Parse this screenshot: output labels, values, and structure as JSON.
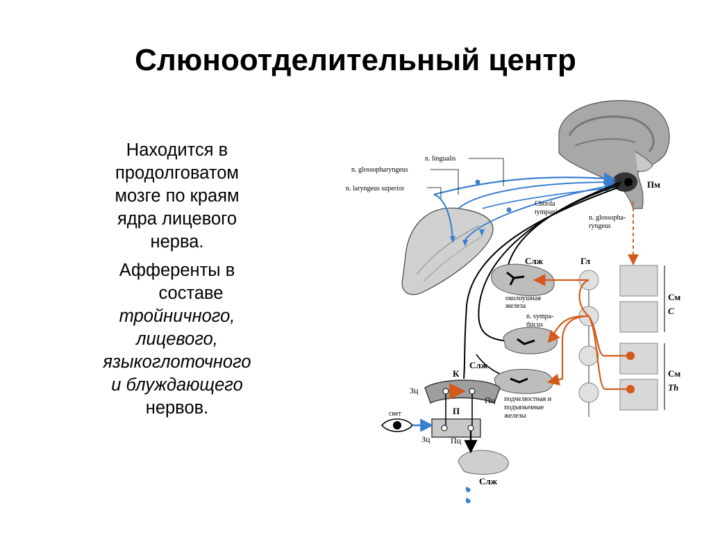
{
  "slide": {
    "title": "Слюноотделительный центр",
    "para1": [
      "Находится в",
      "продолговатом",
      "мозге по краям",
      "ядра лицевого",
      "нерва."
    ],
    "para2_plain_a": [
      "Афференты в",
      "составе"
    ],
    "para2_italic": [
      "тройничного,",
      "лицевого,",
      "языкоглоточного",
      "и блуждающего"
    ],
    "para2_plain_b": "нервов."
  },
  "diagram": {
    "labels": {
      "n_lingualis": "n. lingualis",
      "n_glossopharyngeus": "n. glossopharyngeus",
      "n_laryngeus": "n. laryngeus superior",
      "chorda": [
        "Chorda",
        "tympani"
      ],
      "n_glossph2": [
        "n. glossopha-",
        "ryngeus"
      ],
      "pm": "Пм",
      "slzh_top": "Слж",
      "gl": "Гл",
      "okolo": [
        "околоушная",
        "железа"
      ],
      "sympa": [
        "n. sympa-",
        "thicus"
      ],
      "sm_c": [
        "См",
        "C"
      ],
      "sm_th": [
        "См",
        "Th"
      ],
      "slzh_mid": "Слж",
      "k": "К",
      "zc_top": "Зц",
      "pc_top": "Пц",
      "p": "П",
      "zc_bot": "Зц",
      "pc_bot": "Пц",
      "svet": "свет",
      "podchel": [
        "подчелюстная и",
        "подъязычные",
        "железы"
      ],
      "slzh_bot": "Слж"
    },
    "colors": {
      "afferent": "#3a7fd0",
      "sympathetic": "#d45a1a",
      "gland": "#b8b8b8",
      "brain": "#9a9a9a"
    }
  }
}
